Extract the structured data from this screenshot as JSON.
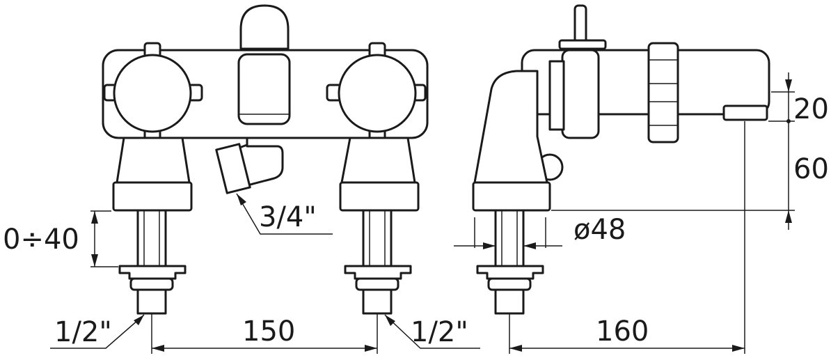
{
  "diagram": {
    "type": "technical-drawing",
    "views": [
      "front-view",
      "side-view"
    ],
    "dimensions": {
      "inlet_thread_left": "1/2\"",
      "inlet_thread_right": "1/2\"",
      "outlet_thread": "3/4\"",
      "adjustment_range": "0÷40",
      "centre_distance": "150",
      "projection": "160",
      "pipe_diameter": "ø48",
      "spout_height": "20",
      "body_height": "60"
    },
    "colors": {
      "line": "#1a1a1a",
      "background": "#ffffff"
    }
  }
}
